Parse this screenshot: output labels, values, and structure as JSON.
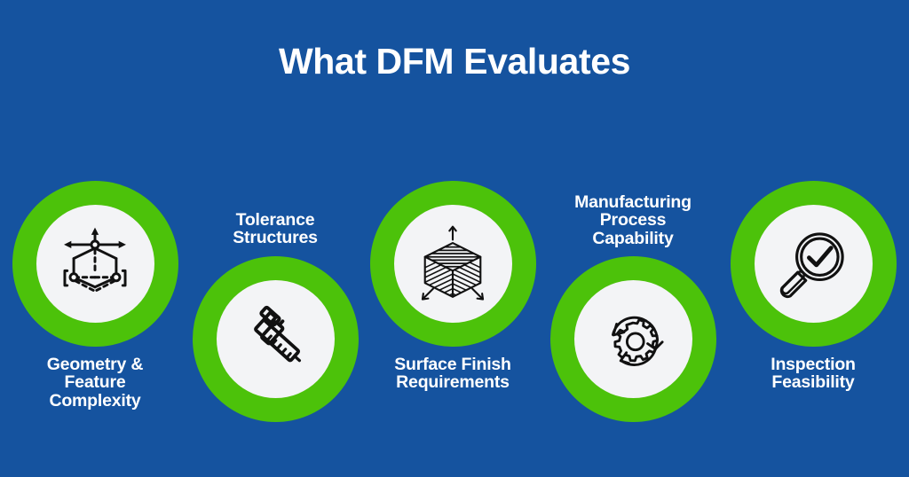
{
  "page": {
    "title": "What DFM Evaluates",
    "background_color": "#15539f",
    "accent_green": "#4cc20a",
    "circle_fill": "#f3f4f6",
    "text_color": "#ffffff",
    "icon_color": "#111111"
  },
  "items": [
    {
      "id": "geometry-feature-complexity",
      "label": "Geometry &\nFeature\nComplexity",
      "label_position": "below",
      "icon": "geometry-wireframe-icon"
    },
    {
      "id": "tolerance-structures",
      "label": "Tolerance\nStructures",
      "label_position": "above",
      "icon": "caliper-icon"
    },
    {
      "id": "surface-finish-requirements",
      "label": "Surface Finish\nRequirements",
      "label_position": "below",
      "icon": "hatched-cube-icon"
    },
    {
      "id": "manufacturing-process-capability",
      "label": "Manufacturing\nProcess\nCapability",
      "label_position": "above",
      "icon": "gear-cycle-icon"
    },
    {
      "id": "inspection-feasibility",
      "label": "Inspection\nFeasibility",
      "label_position": "below",
      "icon": "magnifier-check-icon"
    }
  ]
}
